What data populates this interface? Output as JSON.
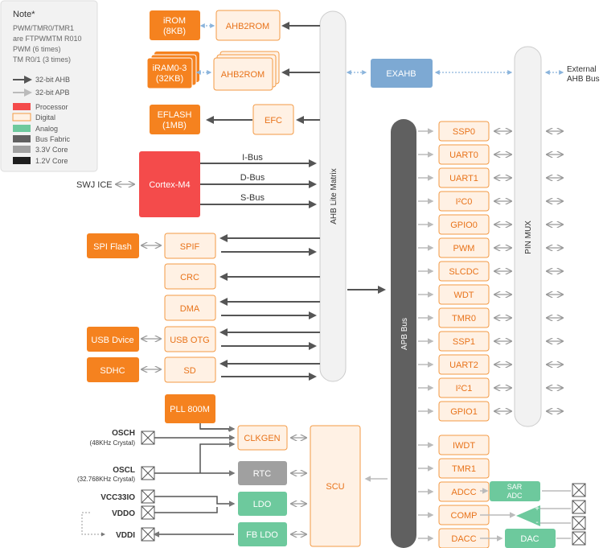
{
  "colors": {
    "processor": "#f44b4b",
    "digital_border": "#f39a45",
    "digital_fill": "#fff1e4",
    "orange": "#f5821f",
    "analog": "#6dc99d",
    "bus_fabric": "#606060",
    "core_33": "#a0a0a0",
    "core_12": "#1e1e1e",
    "exahb": "#7da9d3",
    "matrix": "#f2f2f2"
  },
  "legend": {
    "title": "Note*",
    "lines": [
      "PWM/TMR0/TMR1",
      "are FTPWMTM R010",
      "PWM (6 times)",
      "TM R0/1 (3 times)"
    ],
    "ahb": "32-bit AHB",
    "apb": "32-bit APB",
    "processor": "Processor",
    "digital": "Digital",
    "analog": "Analog",
    "bus_fabric": "Bus Fabric",
    "core_33": "3.3V Core",
    "core_12": "1.2V Core"
  },
  "mem": {
    "irom": [
      "iROM",
      "(8KB)"
    ],
    "iram": [
      "iRAM0-3",
      "(32KB)"
    ],
    "eflash": [
      "EFLASH",
      "(1MB)"
    ],
    "ahb2rom": "AHB2ROM",
    "ahb2rom2": "AHB2ROM",
    "efc": "EFC"
  },
  "cpu": {
    "name": "Cortex-M4",
    "swj": "SWJ ICE",
    "ibus": "I-Bus",
    "dbus": "D-Bus",
    "sbus": "S-Bus"
  },
  "ahb": {
    "spi_flash": "SPI Flash",
    "spif": "SPIF",
    "crc": "CRC",
    "dma": "DMA",
    "usb_dvice": "USB Dvice",
    "usb_otg": "USB OTG",
    "sdhc": "SDHC",
    "sd": "SD",
    "matrix": "AHB Lite Matrix",
    "exahb": "EXAHB",
    "external": [
      "External",
      "AHB Bus"
    ],
    "pinmux": "PIN MUX",
    "apb_bus": "APB Bus"
  },
  "apb_periph": [
    "SSP0",
    "UART0",
    "UART1",
    "I²C0",
    "GPIO0",
    "PWM",
    "SLCDC",
    "WDT",
    "TMR0",
    "SSP1",
    "UART2",
    "I²C1",
    "GPIO1"
  ],
  "apb_lower": [
    "IWDT",
    "TMR1",
    "ADCC",
    "COMP",
    "DACC"
  ],
  "analog_blocks": {
    "sar_adc": [
      "SAR",
      "ADC"
    ],
    "dac": "DAC"
  },
  "clock": {
    "pll": "PLL 800M",
    "clkgen": "CLKGEN",
    "rtc": "RTC",
    "ldo": "LDO",
    "fbldo": "FB LDO",
    "scu": "SCU",
    "osch": "OSCH",
    "osch_sub": "(48KHz Crystal)",
    "oscl": "OSCL",
    "oscl_sub": "(32.768KHz Crystal)",
    "vcc": "VCC33IO",
    "vddo": "VDDO",
    "vddi": "VDDI"
  }
}
